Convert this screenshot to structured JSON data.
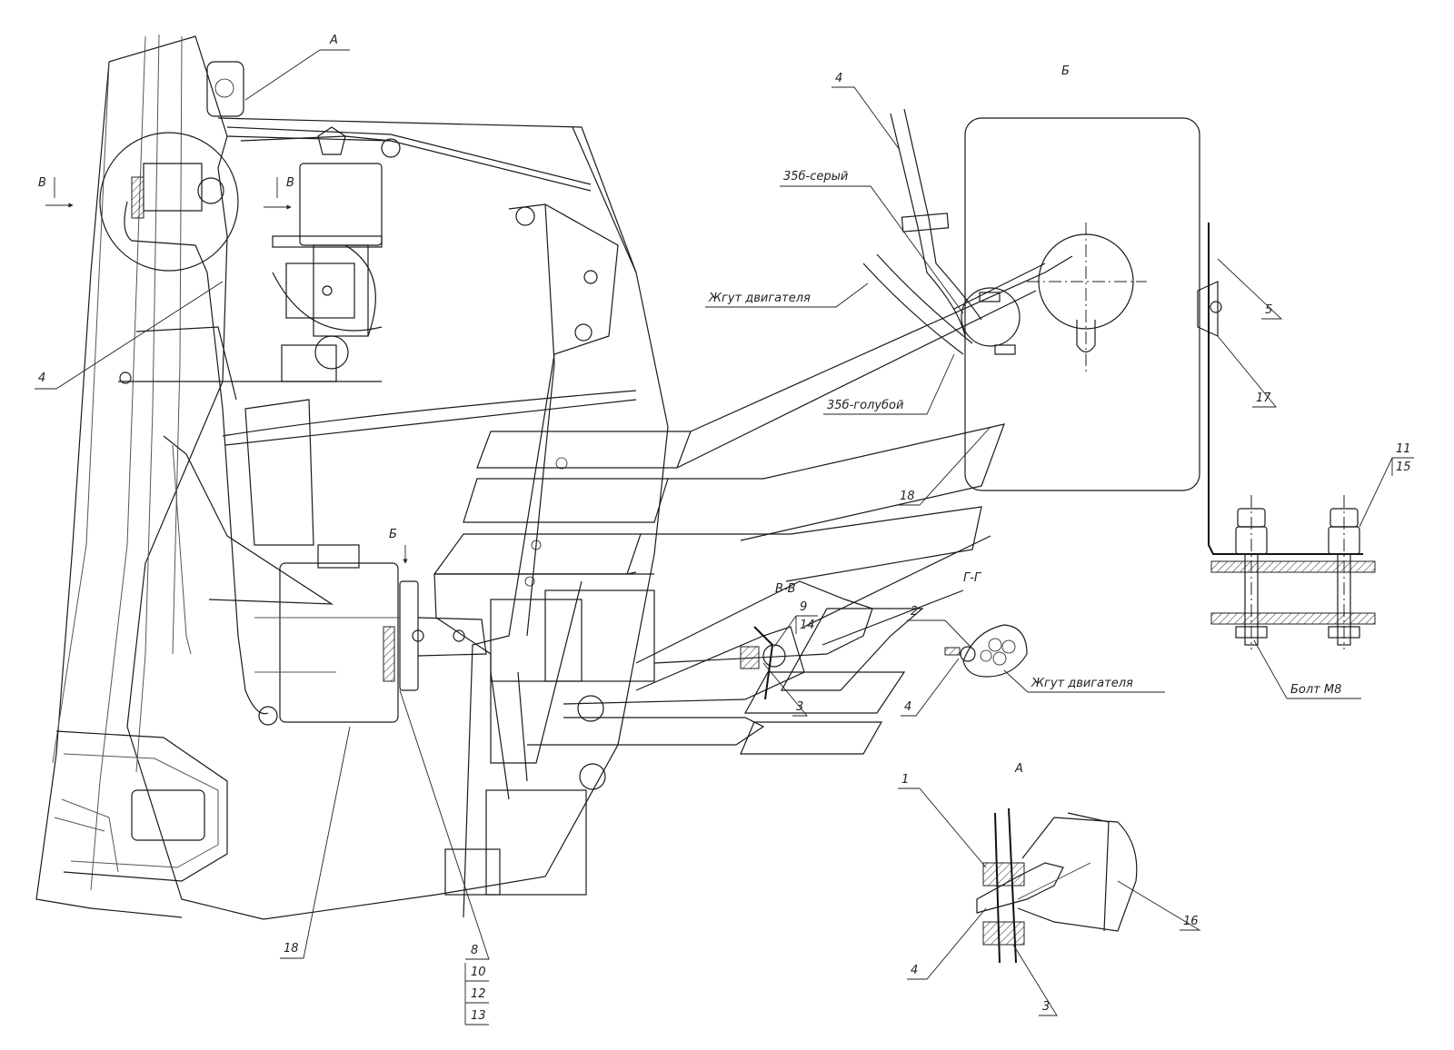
{
  "views": {
    "A_top": "А",
    "B_view": "Б",
    "V_mark_left": "В",
    "V_mark_right": "В",
    "B_mark": "Б",
    "VV_section": "В-В",
    "GG_section": "Г-Г",
    "A_detail": "А"
  },
  "callouts": {
    "c4_left": "4",
    "c4_b_view": "4",
    "c18_main": "18",
    "c18_b_view": "18",
    "c8": "8",
    "c10": "10",
    "c12": "12",
    "c13": "13",
    "c5": "5",
    "c17": "17",
    "c11": "11",
    "c15": "15",
    "c9": "9",
    "c14": "14",
    "c3_vv": "3",
    "c2": "2",
    "c4_gg": "4",
    "c1": "1",
    "c4_a": "4",
    "c3_a": "3",
    "c16": "16"
  },
  "wire_labels": {
    "gray": "35б-серый",
    "blue": "35б-голубой",
    "harness_b": "Жгут двигателя",
    "harness_gg": "Жгут двигателя",
    "bolt": "Болт М8"
  }
}
